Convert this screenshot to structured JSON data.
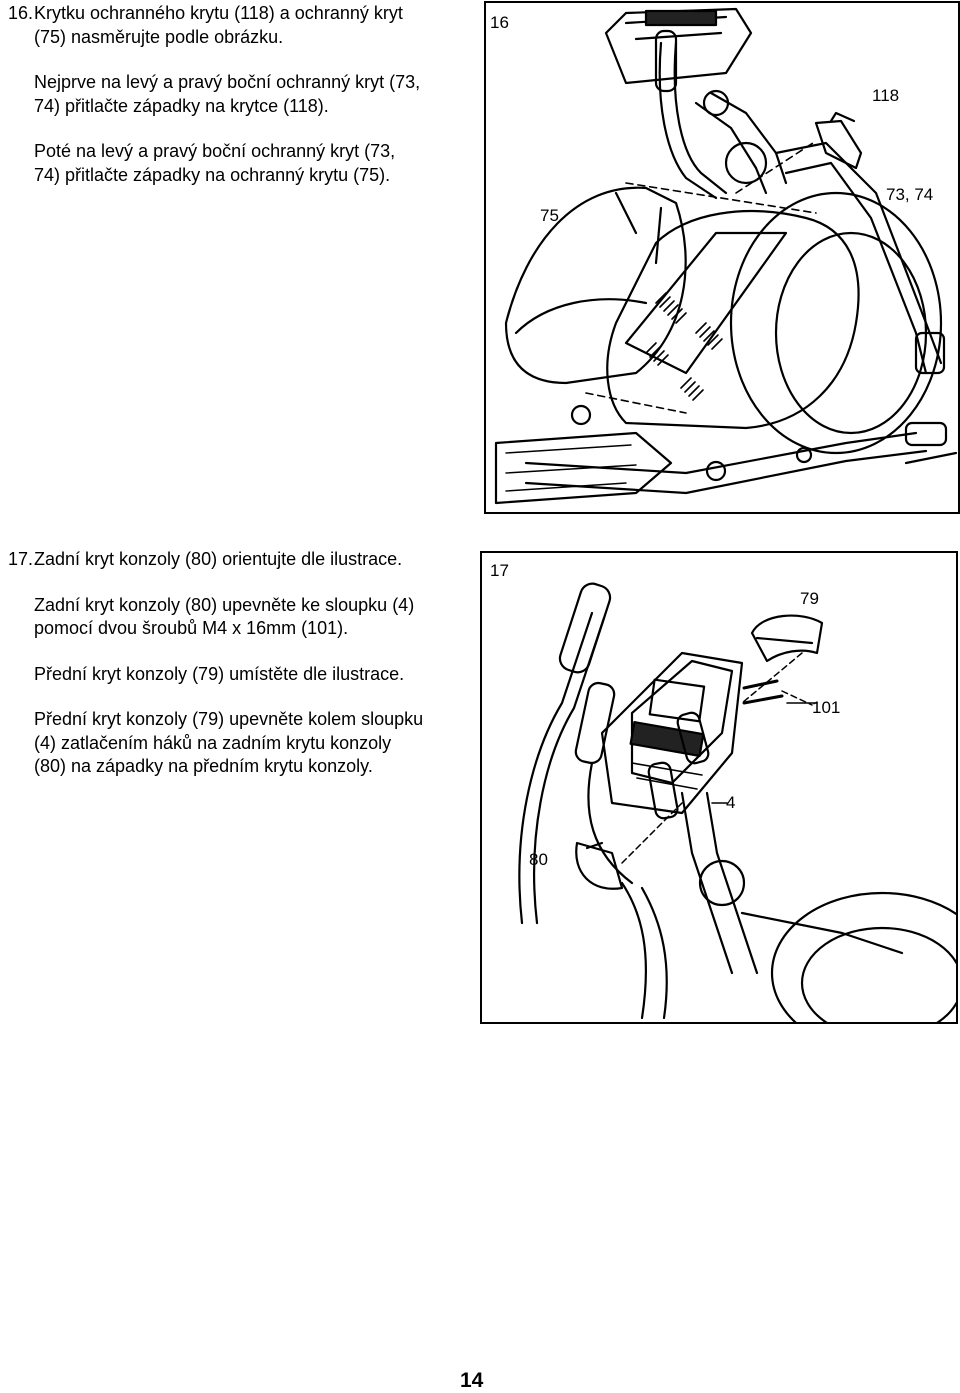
{
  "step16": {
    "number": "16.",
    "line1": "Krytku ochranného krytu (118) a ochranný kryt",
    "line2": "(75) nasměrujte podle obrázku.",
    "para2_line1": "Nejprve na levý a pravý boční ochranný kryt (73,",
    "para2_line2": "74) přitlačte západky na krytce (118).",
    "para3_line1": "Poté na levý a pravý boční ochranný kryt (73,",
    "para3_line2": "74) přitlačte západky na ochranný krytu (75).",
    "figure": {
      "number": "16",
      "label_118": "118",
      "label_75": "75",
      "label_73_74": "73, 74"
    }
  },
  "step17": {
    "number": "17.",
    "line1": "Zadní kryt konzoly (80) orientujte dle ilustrace.",
    "para2_line1": "Zadní kryt konzoly (80) upevněte ke sloupku (4)",
    "para2_line2": "pomocí dvou šroubů M4 x 16mm (101).",
    "para3_line1": "Přední kryt konzoly (79) umístěte dle ilustrace.",
    "para4_line1": "Přední kryt konzoly (79) upevněte kolem sloupku",
    "para4_line2": "(4) zatlačením háků na zadním krytu konzoly",
    "para4_line3": "(80) na západky na předním krytu konzoly.",
    "figure": {
      "number": "17",
      "label_79": "79",
      "label_101": "101",
      "label_4": "4",
      "label_80": "80"
    }
  },
  "page_number": "14"
}
